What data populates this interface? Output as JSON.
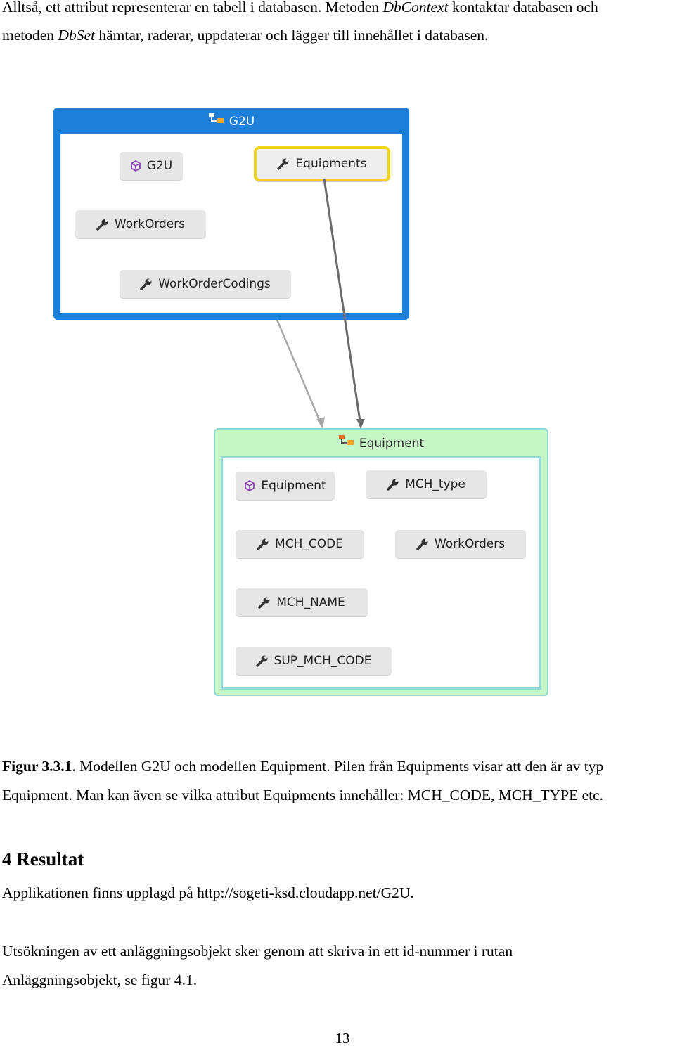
{
  "intro": {
    "line1_pre": "Alltså, ett attribut representerar en tabell i databasen. Metoden ",
    "line1_em": "DbContext",
    "line1_post": " kontaktar databasen och",
    "line2_pre": "metoden ",
    "line2_em": "DbSet",
    "line2_post": " hämtar, raderar, uppdaterar och lägger till innehållet i databasen."
  },
  "diagram": {
    "g2u_group": {
      "title": "G2U",
      "nodes": [
        "G2U",
        "Equipments",
        "WorkOrders",
        "WorkOrderCodings"
      ]
    },
    "equipment_group": {
      "title": "Equipment",
      "nodes": [
        "Equipment",
        "MCH_type",
        "MCH_CODE",
        "WorkOrders",
        "MCH_NAME",
        "SUP_MCH_CODE"
      ]
    },
    "colors": {
      "g2u_group": "#1e7fd8",
      "equipment_group": "#c6f5c6",
      "highlight": "#f2d417",
      "arrow_main": "#6b6b6b",
      "arrow_secondary": "#a8a8a8"
    }
  },
  "caption": {
    "label": "Figur 3.3.1",
    "line1": ". Modellen G2U och modellen Equipment. Pilen från Equipments visar att den är av typ",
    "line2": "Equipment. Man kan även se vilka attribut Equipments innehåller: MCH_CODE, MCH_TYPE etc."
  },
  "section": {
    "heading": "4 Resultat",
    "para1": "Applikationen finns upplagd på http://sogeti-ksd.cloudapp.net/G2U.",
    "para2_line1": "Utsökningen av ett anläggningsobjekt sker genom att skriva in ett id-nummer i rutan",
    "para2_line2": "Anläggningsobjekt, se figur 4.1."
  },
  "page_number": "13"
}
